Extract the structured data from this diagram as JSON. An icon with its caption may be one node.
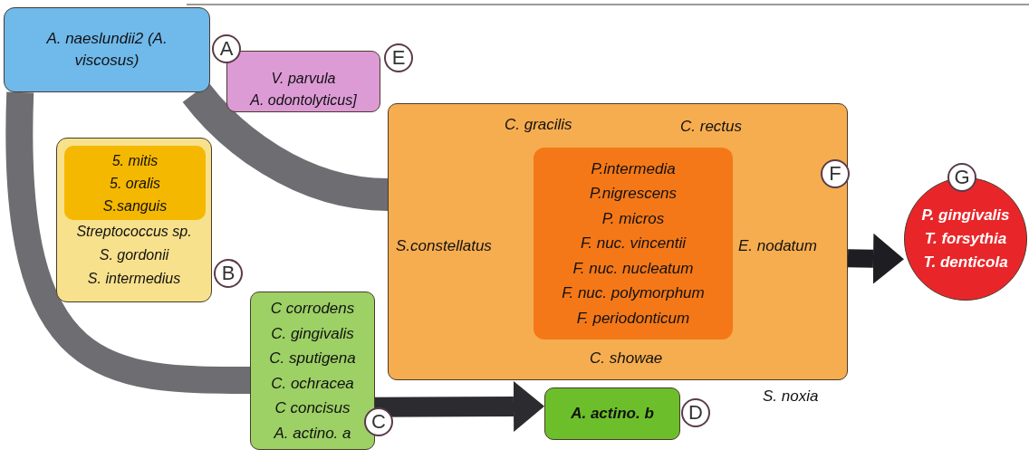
{
  "diagram": {
    "nodes": [
      {
        "text": [
          "A. naeslundii2 (A. viscosus)"
        ],
        "beside": [
          "A"
        ]
      },
      {
        "text": [
          "V. parvula",
          "A. odontolyticus]"
        ],
        "beside": [
          "E"
        ]
      },
      {
        "text": [
          "Streptococcus sp.",
          "S. gordonii",
          "S. intermedius"
        ],
        "beside": [
          "B"
        ]
      },
      {
        "text": [
          "5. mitis",
          "5. oralis",
          "S.sanguis"
        ],
        "in": 2
      },
      {
        "text": [
          "C corrodens",
          "C. gingivalis",
          "C. sputigena",
          "C. ochracea",
          "C concisus",
          "A. actino. a"
        ],
        "beside": [
          "C"
        ]
      },
      {
        "text": [
          "A. actino. b"
        ],
        "beside": [
          "D"
        ]
      },
      {
        "text": [
          "C. gracilis",
          "C. rectus",
          "S.constellatus",
          "E. nodatum",
          "C. showae"
        ],
        "beside": [
          "F"
        ]
      },
      {
        "text": [
          "P.intermedia",
          "P.nigrescens",
          "P. micros",
          "F. nuc. vincentii",
          "F. nuc. nucleatum",
          "F. nuc. polymorphum",
          "F. periodonticum"
        ],
        "in": 6
      },
      {
        "text": [
          "P. gingivalis",
          "T. forsythia",
          "T. denticola"
        ],
        "beside": [
          "G"
        ]
      }
    ],
    "edges": [
      {
        "from": 0,
        "to": 6,
        "arrow": "none",
        "color": "#6d6d72"
      },
      {
        "from": 0,
        "to": 4,
        "arrow": "none",
        "color": "#6d6d72"
      },
      {
        "from": 4,
        "to": 5,
        "arrow": "to",
        "color": "#2b2b30"
      },
      {
        "from": 6,
        "to": 8,
        "arrow": "to",
        "color": "#1e1e22"
      }
    ],
    "labels": [
      "S. noxia"
    ]
  }
}
